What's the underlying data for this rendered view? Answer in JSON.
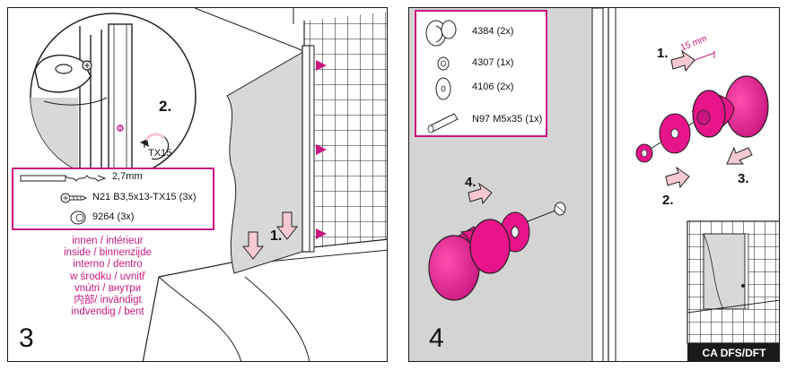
{
  "panel3": {
    "number": "3",
    "step1": "1.",
    "step2": "2.",
    "tool": "TX15",
    "parts": [
      {
        "label": "2,7mm",
        "icon": "drill-bit-icon"
      },
      {
        "label": "N21 B3,5x13-TX15 (3x)",
        "icon": "screw-icon"
      },
      {
        "label": "9264 (3x)",
        "icon": "cap-icon"
      }
    ],
    "inside_labels": [
      "innen / intérieur",
      "inside / binnenzijde",
      "interno / dentro",
      "w środku / uvnitř",
      "vnútri / внутри",
      "内部/ invändigt",
      "indvendig / bent"
    ]
  },
  "panel4": {
    "number": "4",
    "step1": "1.",
    "step2": "2.",
    "step3": "3.",
    "step4": "4.",
    "dimension": "15 mm",
    "parts": [
      {
        "label": "4384 (2x)",
        "icon": "knob-icon"
      },
      {
        "label": "4307 (1x)",
        "icon": "nut-icon"
      },
      {
        "label": "4106 (2x)",
        "icon": "washer-icon"
      },
      {
        "label": "N97 M5x35 (1x)",
        "icon": "bolt-icon"
      }
    ],
    "model": "CA DFS/DFT"
  },
  "colors": {
    "accent": "#c8177f",
    "knob": "#e8158a",
    "arrow_fill": "#f6c9d3",
    "outline": "#1a1a1a",
    "wall_gray": "#d4d4d4"
  }
}
